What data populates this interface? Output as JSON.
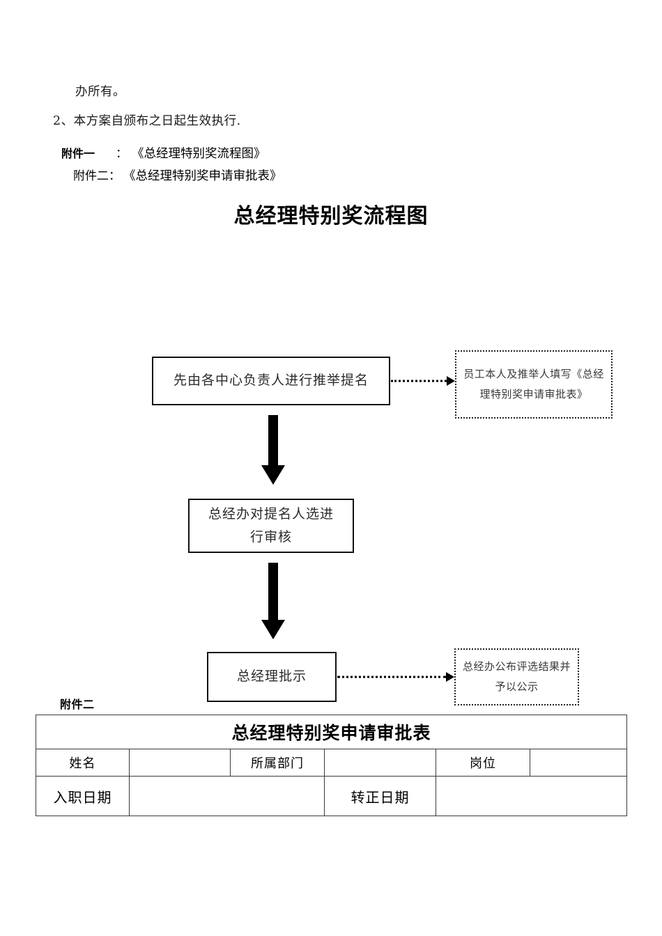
{
  "document": {
    "prose": {
      "line_continuation": "办所有。",
      "clause_2": "2、本方案自颁布之日起生效执行."
    },
    "attachments_list": [
      {
        "key": "附件一",
        "colon": "：",
        "value": "《总经理特别奖流程图》"
      },
      {
        "key": "附件二",
        "colon": "：",
        "value": "《总经理特别奖申请审批表》"
      }
    ],
    "chart_title": "总经理特别奖流程图",
    "attachment_two_label": "附件二"
  },
  "flowchart": {
    "steps": [
      {
        "id": "step-1",
        "text": "先由各中心负责人进行推举提名"
      },
      {
        "id": "step-2",
        "text": "总经办对提名人选进\n行审核"
      },
      {
        "id": "step-3",
        "text": "总经理批示"
      }
    ],
    "notes": [
      {
        "id": "note-1",
        "text": "员工本人及推举人填写《总经理特别奖申请审批表》"
      },
      {
        "id": "note-2",
        "text": "总经办公布评选结果并予以公示"
      }
    ]
  },
  "table": {
    "title": "总经理特别奖申请审批表",
    "rows": [
      {
        "cells": [
          "姓名",
          "",
          "所属部门",
          "",
          "岗位",
          ""
        ]
      },
      {
        "cells": [
          "入职日期",
          "",
          "转正日期",
          ""
        ]
      }
    ],
    "labels": {
      "name": "姓名",
      "department": "所属部门",
      "position": "岗位",
      "hire_date": "入职日期",
      "regular_date": "转正日期"
    }
  },
  "colors": {
    "page_background": "#ffffff",
    "text": "#000000",
    "border": "#3a3a3a",
    "arrow": "#000000"
  }
}
